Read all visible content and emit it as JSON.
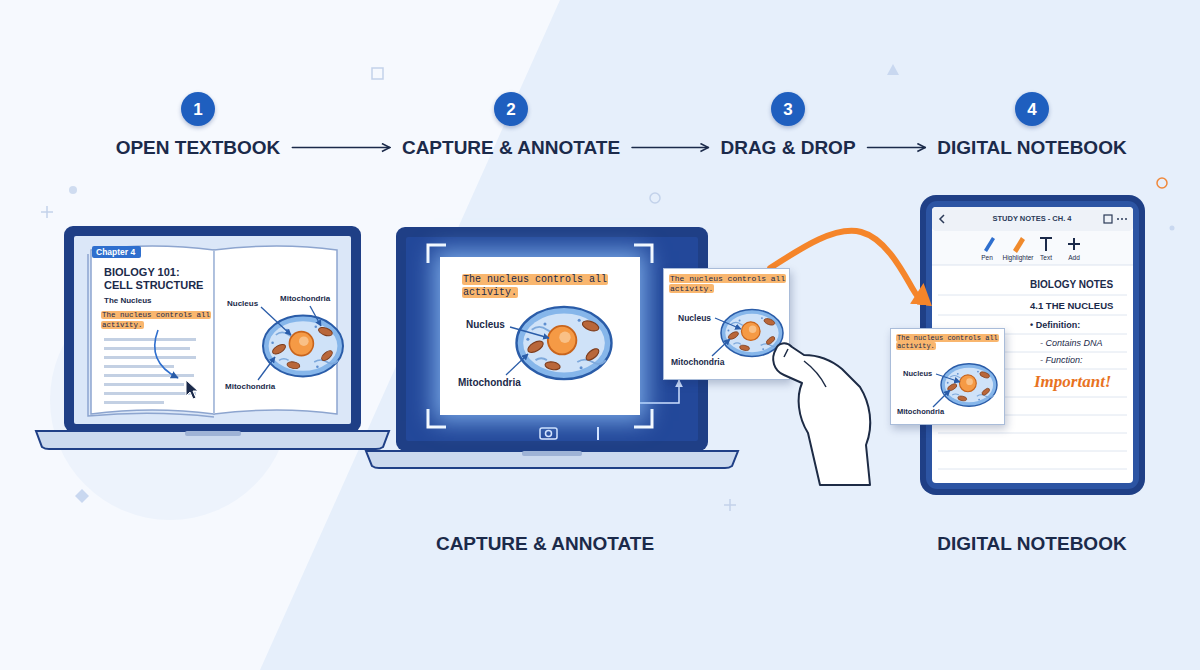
{
  "diagram": {
    "nodes": [
      {
        "text": [
          "1",
          "OPEN TEXTBOOK"
        ]
      },
      {
        "text": [
          "2",
          "CAPTURE & ANNOTATE"
        ]
      },
      {
        "text": [
          "3",
          "DRAG & DROP"
        ]
      },
      {
        "text": [
          "4",
          "DIGITAL NOTEBOOK"
        ]
      },
      {
        "text": [
          "Chapter 4",
          "BIOLOGY 101: CELL STRUCTURE",
          "The Nucleus",
          "The nucleus controls all activity.",
          "Nucleus",
          "Mitochondria",
          "Mitochondria"
        ]
      },
      {
        "text": [
          "The nucleus controls all activity.",
          "Nucleus",
          "Mitochondria"
        ]
      },
      {
        "text": [
          "The nucleus controls all activity.",
          "Nucleus",
          "Mitochondria"
        ]
      },
      {
        "text": [
          "STUDY NOTES - CH. 4",
          "Pen",
          "Highlighter",
          "Text",
          "Add",
          "BIOLOGY NOTES",
          "4.1 THE NUCLEUS",
          "• Definition:",
          "- Contains DNA",
          "- Function:",
          "Important!"
        ]
      },
      {
        "text": [
          "The nucleus controls all activity.",
          "Nucleus",
          "Mitochondria"
        ]
      }
    ],
    "edges": [
      {
        "from": 0,
        "to": 1,
        "arrow": "to"
      },
      {
        "from": 1,
        "to": 2,
        "arrow": "to"
      },
      {
        "from": 2,
        "to": 3,
        "arrow": "to"
      },
      {
        "from": 5,
        "to": 6,
        "arrow": "to"
      },
      {
        "from": 6,
        "to": 7,
        "arrow": "to"
      }
    ],
    "labels": [
      "CAPTURE & ANNOTATE",
      "DIGITAL NOTEBOOK"
    ]
  }
}
